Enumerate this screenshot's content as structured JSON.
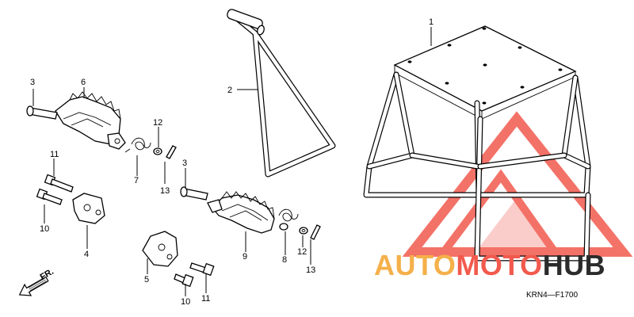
{
  "callouts": [
    {
      "id": "c1",
      "text": "1"
    },
    {
      "id": "c2",
      "text": "2"
    },
    {
      "id": "c3a",
      "text": "3"
    },
    {
      "id": "c6",
      "text": "6"
    },
    {
      "id": "c12a",
      "text": "12"
    },
    {
      "id": "c7",
      "text": "7"
    },
    {
      "id": "c13a",
      "text": "13"
    },
    {
      "id": "c3b",
      "text": "3"
    },
    {
      "id": "c11a",
      "text": "11"
    },
    {
      "id": "c10a",
      "text": "10"
    },
    {
      "id": "c4",
      "text": "4"
    },
    {
      "id": "c9",
      "text": "9"
    },
    {
      "id": "c8",
      "text": "8"
    },
    {
      "id": "c12b",
      "text": "12"
    },
    {
      "id": "c13b",
      "text": "13"
    },
    {
      "id": "c5",
      "text": "5"
    },
    {
      "id": "c10b",
      "text": "10"
    },
    {
      "id": "c11b",
      "text": "11"
    }
  ],
  "direction_label": "FR.",
  "diagram_code": "KRN4—F1700",
  "watermark": {
    "part1": "AUTO",
    "part2": "MOTO",
    "part3": "HUB",
    "color_orange": "#f5b04a",
    "color_red": "#f25a4e",
    "color_dark": "#2b2b2b"
  }
}
